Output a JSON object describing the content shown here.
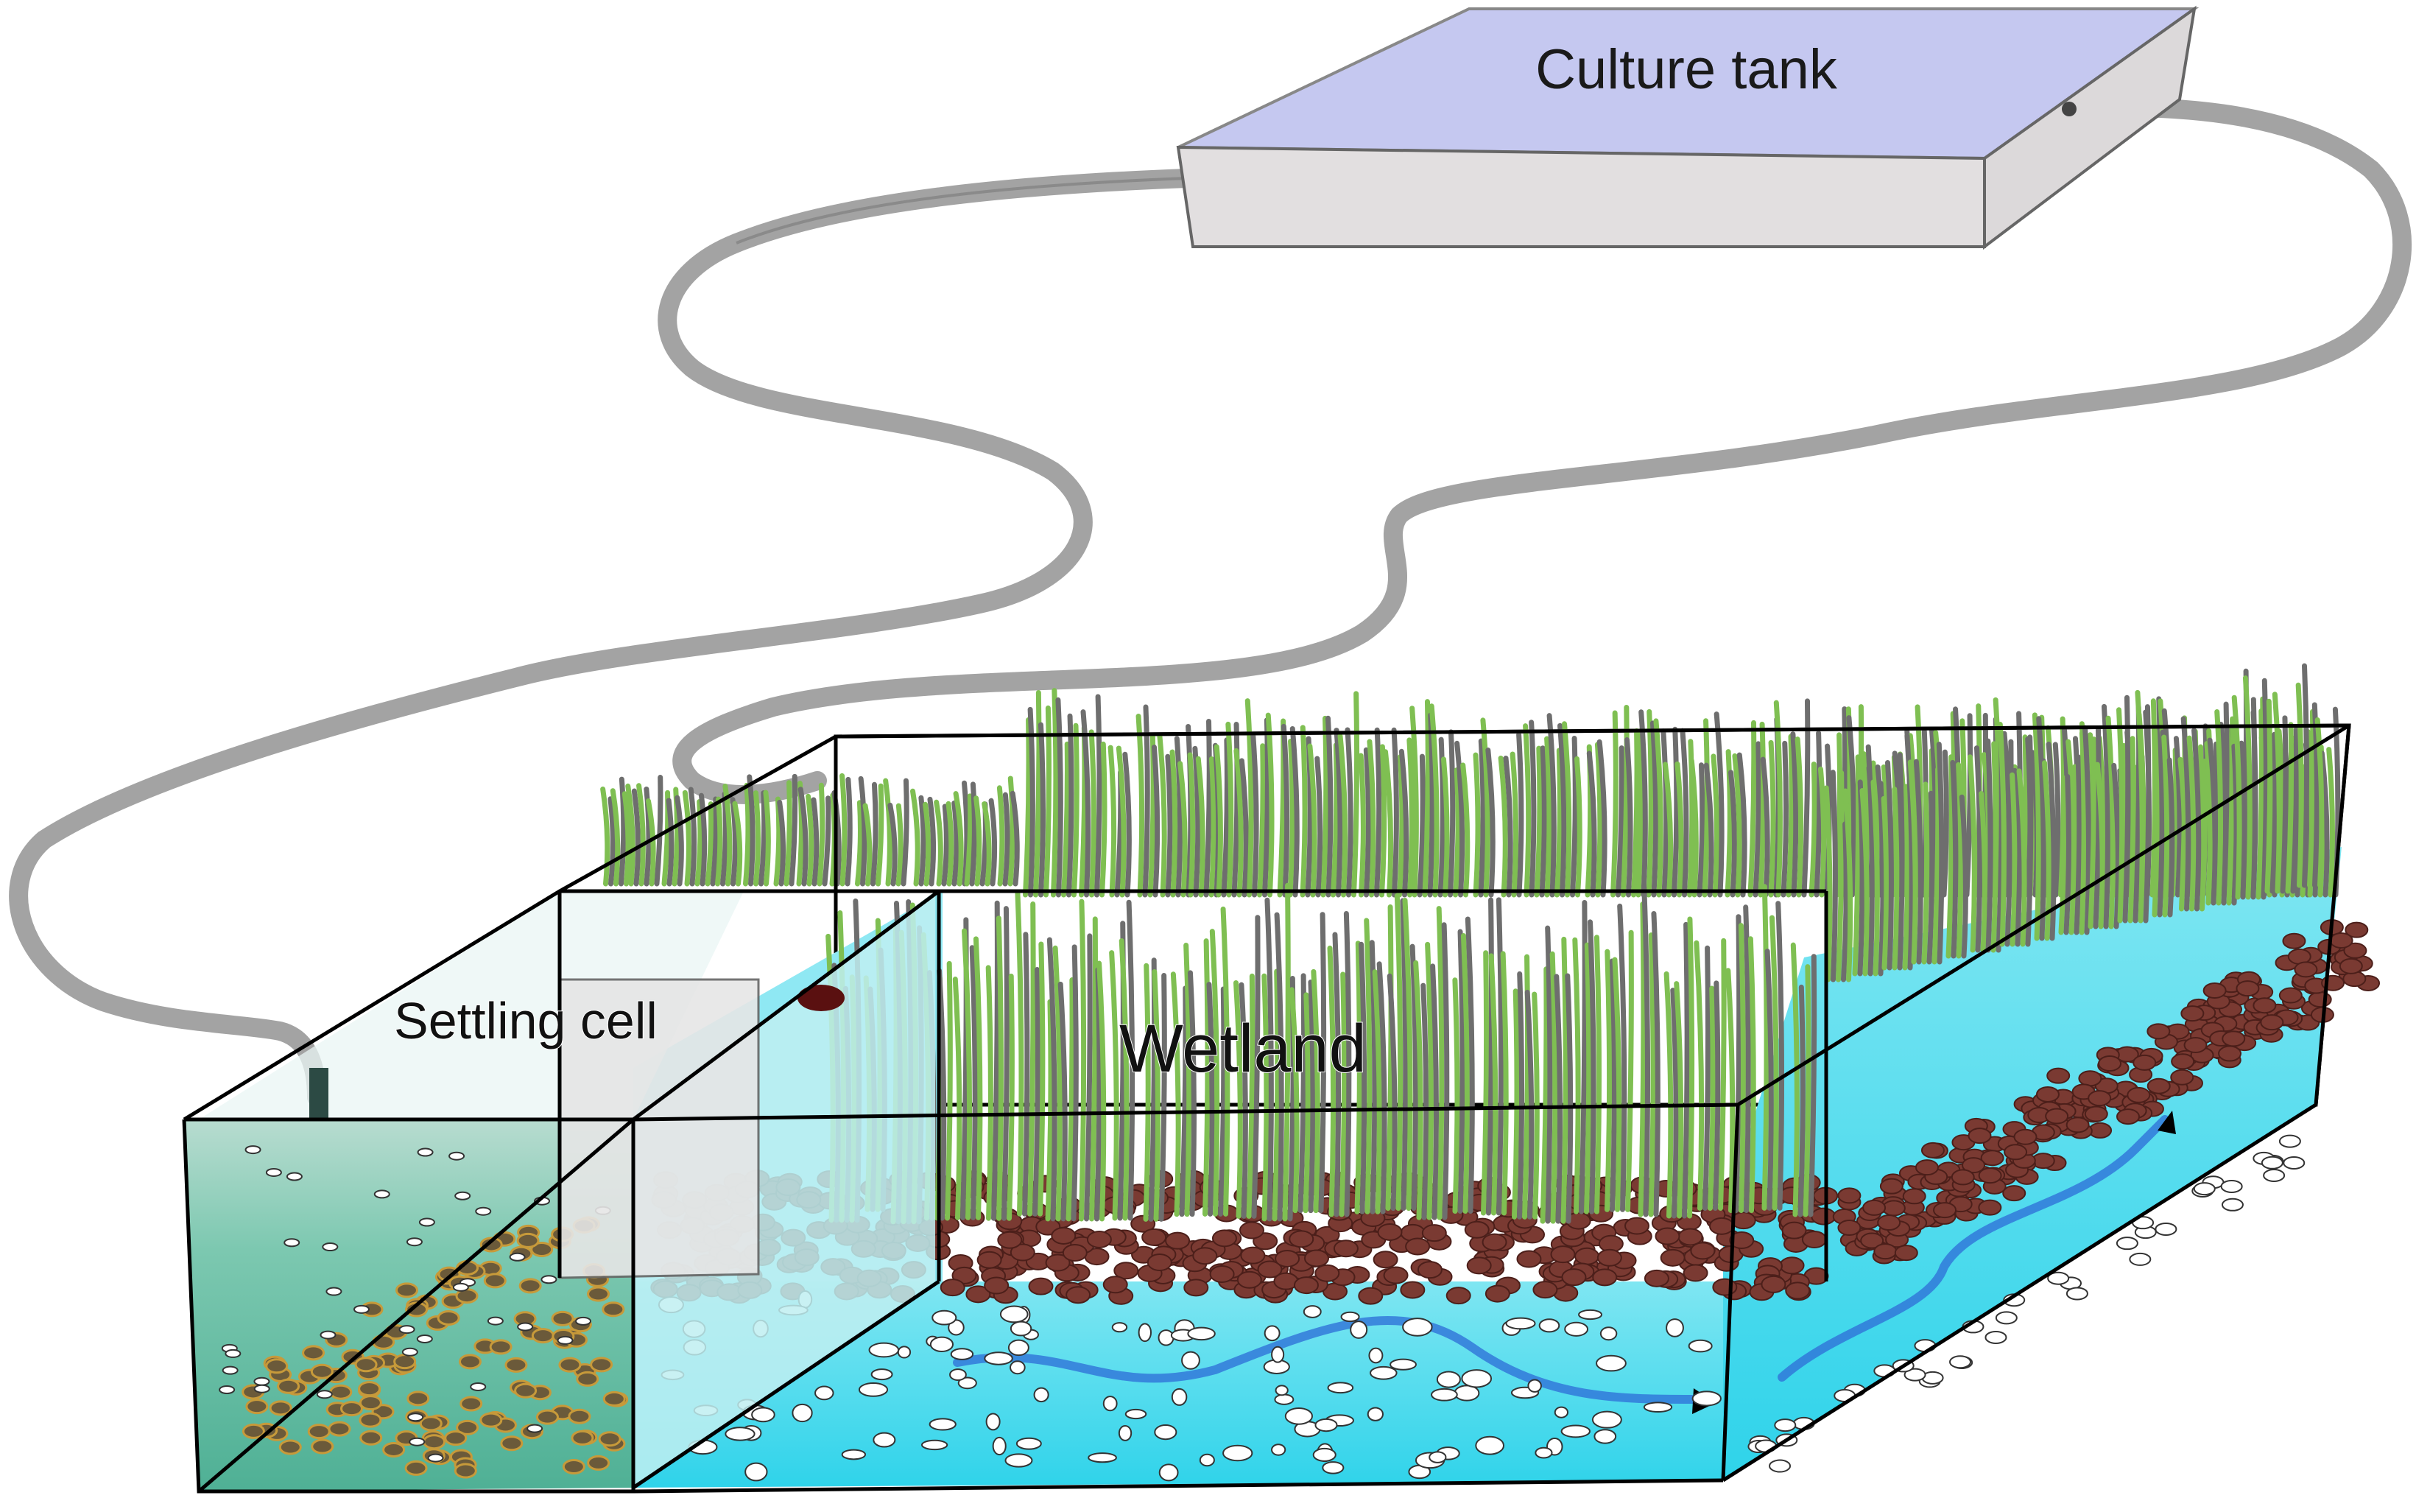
{
  "labels": {
    "culture_tank": "Culture tank",
    "settling_cell": "Settling cell",
    "wetland": "Wetland"
  },
  "colors": {
    "tank_top": "#c5c8f0",
    "tank_side": "#e2dfe0",
    "pipe": "#a3a3a3",
    "water": "#38d8ee",
    "water_light": "#8fe8f3",
    "settling_water": "#5cc0a0",
    "reed_green": "#79c64a",
    "reed_stem": "#6e6e6e",
    "gravel": "#7a3a32",
    "flow_arrow": "#2f73d8",
    "outline": "#000000"
  },
  "icons": {
    "flow": "flow-arrow-icon",
    "reed": "reed-plant-icon",
    "gravel": "gravel-stone-icon"
  }
}
